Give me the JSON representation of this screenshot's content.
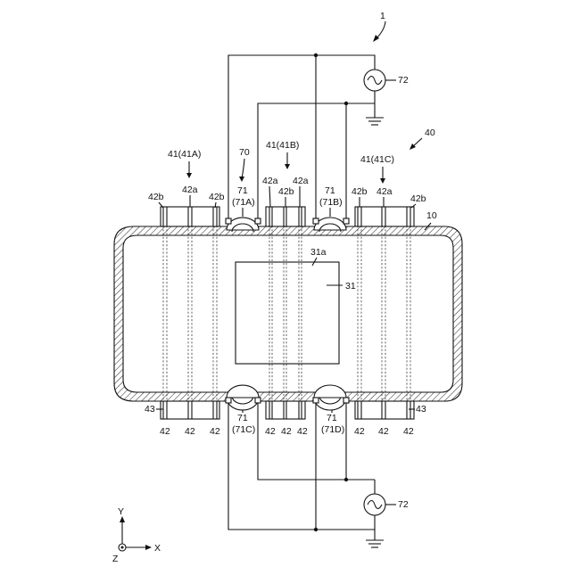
{
  "figure_label": "1",
  "labels": {
    "device_group": "40",
    "unit_a": "41(41A)",
    "unit_b": "41(41B)",
    "unit_c": "41(41C)",
    "detector_group": "70",
    "det_71A_num": "71",
    "det_71A_id": "(71A)",
    "det_71B_num": "71",
    "det_71B_id": "(71B)",
    "det_71C_num": "71",
    "det_71C_id": "(71C)",
    "det_71D_num": "71",
    "det_71D_id": "(71D)",
    "sub_42a": "42a",
    "sub_42b": "42b",
    "pipe": "42",
    "end_cap": "43",
    "wall": "10",
    "substrate": "31",
    "substrate_face": "31a",
    "source": "72"
  },
  "axes": {
    "x": "X",
    "y": "Y",
    "z": "Z"
  },
  "symbols": {
    "ac_source": "sine-wave-source-icon",
    "ground": "ground-icon"
  }
}
